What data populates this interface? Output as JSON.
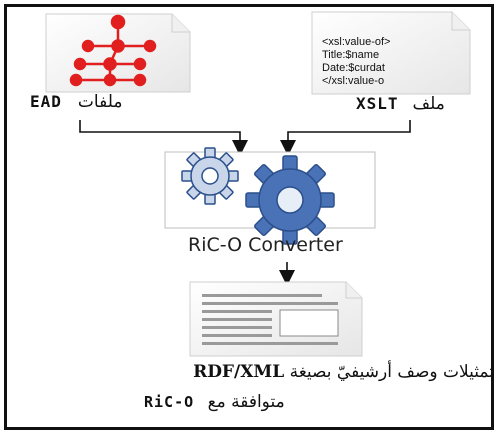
{
  "sources": {
    "ead": {
      "code": "EAD",
      "label_ar": "ملفات"
    },
    "xslt": {
      "code": "XSLT",
      "label_ar": "ملف",
      "snippet": [
        "<xsl:value-of>",
        "Title:$name",
        "Date:$curdat",
        "</xsl:value-o"
      ]
    }
  },
  "converter": {
    "label": "RiC-O Converter"
  },
  "output": {
    "line1_ar": "تمثيلات وصف أرشيفيّ بصيغة",
    "line1_code": "RDF/XML",
    "line2_ar": "متوافقة مع",
    "line2_code": "RiC-O"
  },
  "colors": {
    "tree": "#e11f1f",
    "gear_dark": "#4a72b6",
    "gear_light": "#c9d6ea",
    "gear_outline": "#2b4f8c"
  }
}
